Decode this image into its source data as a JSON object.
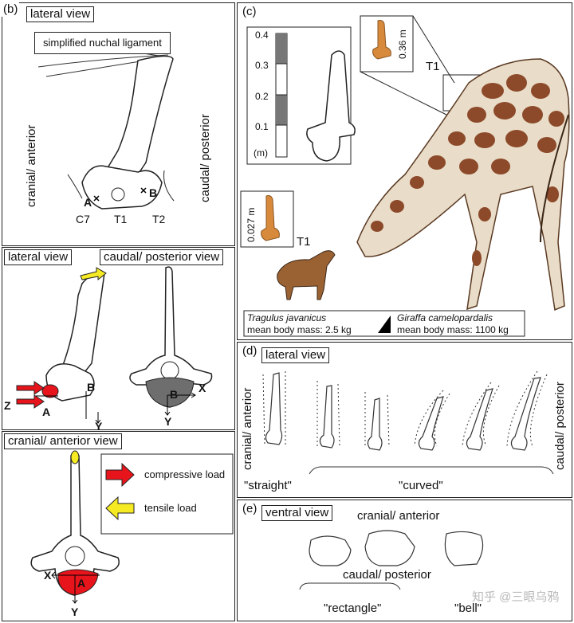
{
  "panel_b": {
    "tag": "(b)",
    "title": "lateral view",
    "ligament_label": "simplified nuchal ligament",
    "side_left": "cranial/ anterior",
    "side_right": "caudal/ posterior",
    "point_a": "A",
    "point_b": "B",
    "c7": "C7",
    "t1": "T1",
    "t2": "T2"
  },
  "panel_mid": {
    "lateral_title": "lateral view",
    "caudal_title": "caudal/ posterior view",
    "z": "Z",
    "a": "A",
    "b": "B",
    "y1": "Y",
    "b2": "B",
    "x": "X",
    "y2": "Y"
  },
  "panel_bottom": {
    "title": "cranial/ anterior view",
    "x": "X",
    "a": "A",
    "y": "Y",
    "legend": [
      {
        "label": "compressive load",
        "color": "#e8141b"
      },
      {
        "label": "tensile load",
        "color": "#f6ea22"
      }
    ]
  },
  "panel_c": {
    "tag": "(c)",
    "scale_ticks": [
      "0.4",
      "0.3",
      "0.2",
      "0.1",
      "(m)"
    ],
    "giraffe_size": "0.36 m",
    "giraffe_t1": "T1",
    "tragulus_size": "0.027 m",
    "tragulus_t1": "T1",
    "species1": "Tragulus javanicus",
    "mass1": "mean body mass: 2.5 kg",
    "species2": "Giraffa camelopardalis",
    "mass2": "mean body mass: 1100 kg"
  },
  "panel_d": {
    "tag": "(d)",
    "title": "lateral view",
    "side_left": "cranial/ anterior",
    "side_right": "caudal/ posterior",
    "straight": "\"straight\"",
    "curved": "\"curved\""
  },
  "panel_e": {
    "tag": "(e)",
    "title": "ventral view",
    "top": "cranial/ anterior",
    "bottom": "caudal/ posterior",
    "rectangle": "\"rectangle\"",
    "bell": "\"bell\""
  },
  "watermark": "知乎 @三眼乌鸦",
  "colors": {
    "compressive": "#e8141b",
    "tensile": "#f6ea22",
    "bone_orange": "#d78a3c",
    "giraffe_spot": "#8c4a2a",
    "giraffe_base": "#e9dcc8"
  }
}
